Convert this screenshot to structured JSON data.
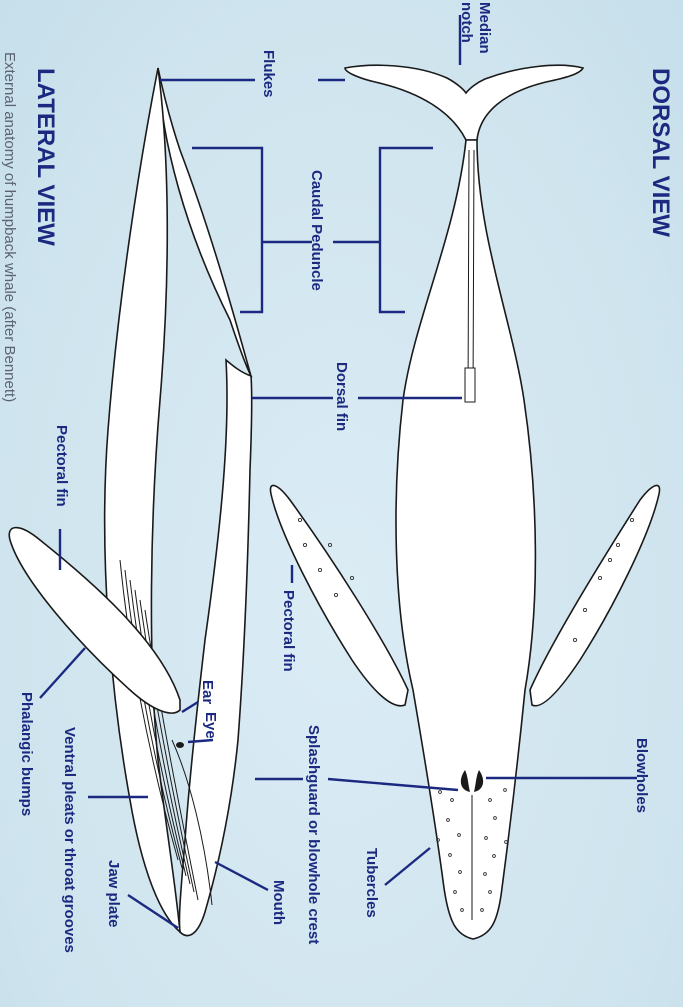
{
  "titles": {
    "dorsal": "DORSAL VIEW",
    "lateral": "LATERAL VIEW"
  },
  "caption": "External anatomy of humpback whale (after Bennett)",
  "labels": {
    "median_notch_line1": "Median",
    "median_notch_line2": "notch",
    "flukes": "Flukes",
    "caudal_peduncle": "Caudal Peduncle",
    "dorsal_fin": "Dorsal fin",
    "pectoral_fin_dorsal": "Pectoral fin",
    "pectoral_fin_lateral": "Pectoral fin",
    "blowholes": "Blowholes",
    "splashguard": "Splashguard or blowhole crest",
    "tubercles": "Tubercles",
    "ear": "Ear",
    "eye": "Eye",
    "mouth": "Mouth",
    "jaw_plate": "Jaw plate",
    "ventral_pleats": "Ventral pleats or throat grooves",
    "phalangic_bumps": "Phalangic bumps"
  },
  "colors": {
    "background": "#d6e8f1",
    "label": "#1b2a80",
    "caption": "#5c6470",
    "whale_fill": "#ffffff",
    "outline": "#1a1a1a"
  }
}
